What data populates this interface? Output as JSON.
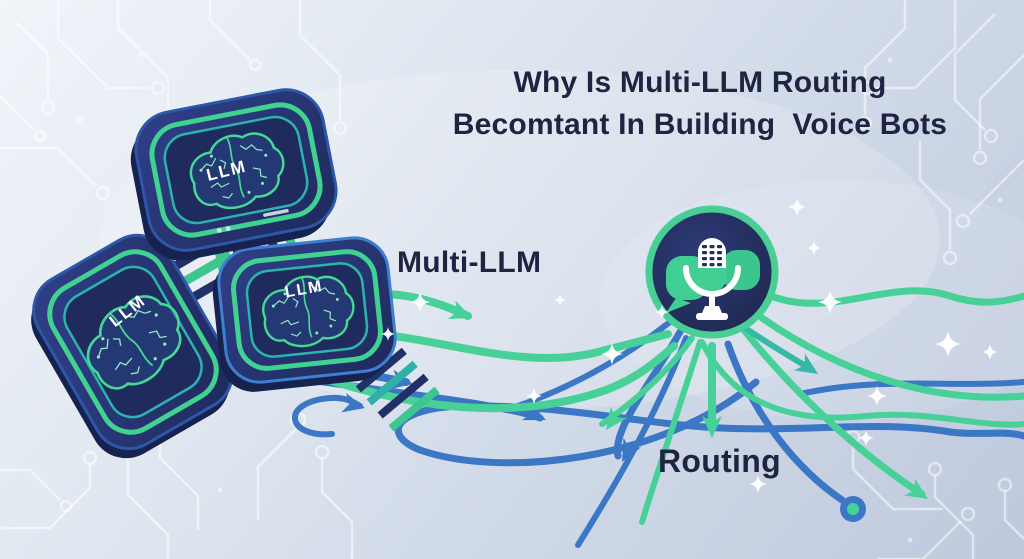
{
  "title": {
    "line1": "Why Is Multi-LLM Routing",
    "line2": "Becomtant In Building  Voice Bots"
  },
  "labels": {
    "multi_llm": "Multi-LLM",
    "routing": "Routing"
  },
  "chips": {
    "top": {
      "label": "LLM"
    },
    "left": {
      "label": "LLM"
    },
    "middle": {
      "label": "LLM"
    }
  },
  "icons": {
    "voice_bot": "microphone-in-circle-with-speech-bubbles",
    "chip": "llm-brain-circuit-chip",
    "background": "circuit-trace-pattern",
    "flow": "routing-flow-arrows",
    "sparkle": "four-point-star"
  },
  "colors": {
    "background_light": "#f1f4f9",
    "background_dark": "#bec9dd",
    "navy_text": "#1f2442",
    "chip_face": "#283572",
    "chip_inner": "#1f2b5d",
    "chip_depth": "#17224e",
    "green": "#47d199",
    "teal": "#32b7a8",
    "blue": "#3b77c4",
    "white": "#ffffff"
  }
}
